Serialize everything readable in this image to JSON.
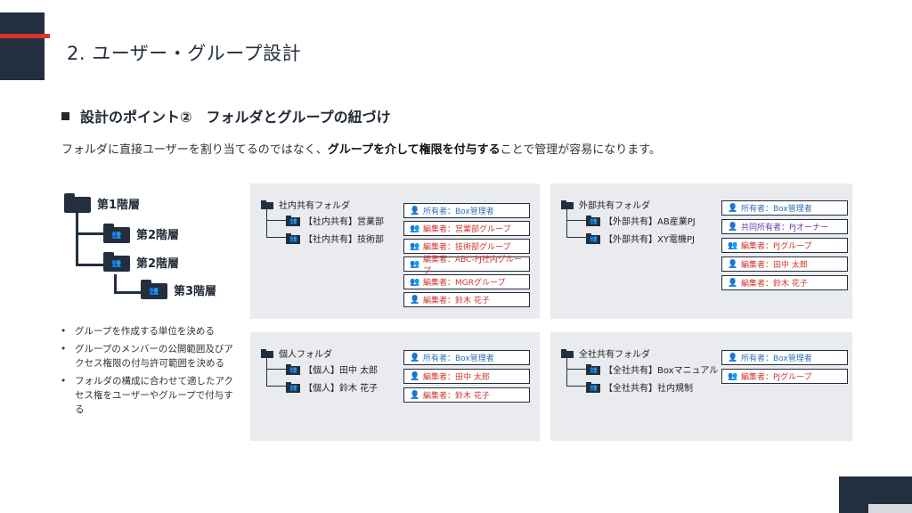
{
  "slide": {
    "title": "2. ユーザー・グループ設計",
    "section_heading": "設計のポイント②　フォルダとグループの紐づけ",
    "lead_pre": "フォルダに直接ユーザーを割り当てるのではなく、",
    "lead_bold": "グループを介して権限を付与する",
    "lead_post": "ことで管理が容易になります。"
  },
  "hierarchy": {
    "level1": "第1階層",
    "level2a": "第2階層",
    "level2b": "第2階層",
    "level3": "第3階層"
  },
  "bullets": [
    "グループを作成する単位を決める",
    "グループのメンバーの公開範囲及びアクセス権限の付与許可範囲を決める",
    "フォルダの構成に合わせて適したアクセス権をユーザーやグループで付与する"
  ],
  "panels": {
    "internal": {
      "root": "社内共有フォルダ",
      "children": [
        "【社内共有】営業部",
        "【社内共有】技術部"
      ],
      "perms": [
        {
          "type": "owner",
          "text": "所有者：Box管理者"
        },
        {
          "type": "editor-group",
          "text": "編集者：営業部グループ"
        },
        {
          "type": "editor-group",
          "text": "編集者：技術部グループ"
        },
        {
          "type": "editor-group",
          "text": "編集者：ABC-PJ社内グループ"
        },
        {
          "type": "editor-group",
          "text": "編集者：MGRグループ"
        },
        {
          "type": "editor",
          "text": "編集者：鈴木 花子"
        }
      ]
    },
    "external": {
      "root": "外部共有フォルダ",
      "children": [
        "【外部共有】AB産業PJ",
        "【外部共有】XY電機PJ"
      ],
      "perms": [
        {
          "type": "owner",
          "text": "所有者：Box管理者"
        },
        {
          "type": "coowner",
          "text": "共同所有者：PJオーナー"
        },
        {
          "type": "editor-group",
          "text": "編集者：PJグループ"
        },
        {
          "type": "editor",
          "text": "編集者：田中 太郎"
        },
        {
          "type": "editor",
          "text": "編集者：鈴木 花子"
        }
      ]
    },
    "personal": {
      "root": "個人フォルダ",
      "children": [
        "【個人】田中 太郎",
        "【個人】鈴木 花子"
      ],
      "perms": [
        {
          "type": "owner",
          "text": "所有者：Box管理者"
        },
        {
          "type": "editor",
          "text": "編集者：田中 太郎"
        },
        {
          "type": "editor",
          "text": "編集者：鈴木 花子"
        }
      ]
    },
    "company": {
      "root": "全社共有フォルダ",
      "children": [
        "【全社共有】Boxマニュアル",
        "【全社共有】社内規制"
      ],
      "perms": [
        {
          "type": "owner",
          "text": "所有者：Box管理者"
        },
        {
          "type": "editor-group",
          "text": "編集者：PJグループ"
        }
      ]
    }
  },
  "icons": {
    "folder": "folder-icon",
    "shared_folder": "shared-folder-icon",
    "user": "user-icon",
    "group": "group-icon"
  },
  "colors": {
    "navy": "#232f3e",
    "accent_red": "#d7372f",
    "owner_blue": "#2d6fb8",
    "editor_red": "#d0342c",
    "coowner_purple": "#6a3aa0",
    "panel_grey": "#e9ebee"
  }
}
